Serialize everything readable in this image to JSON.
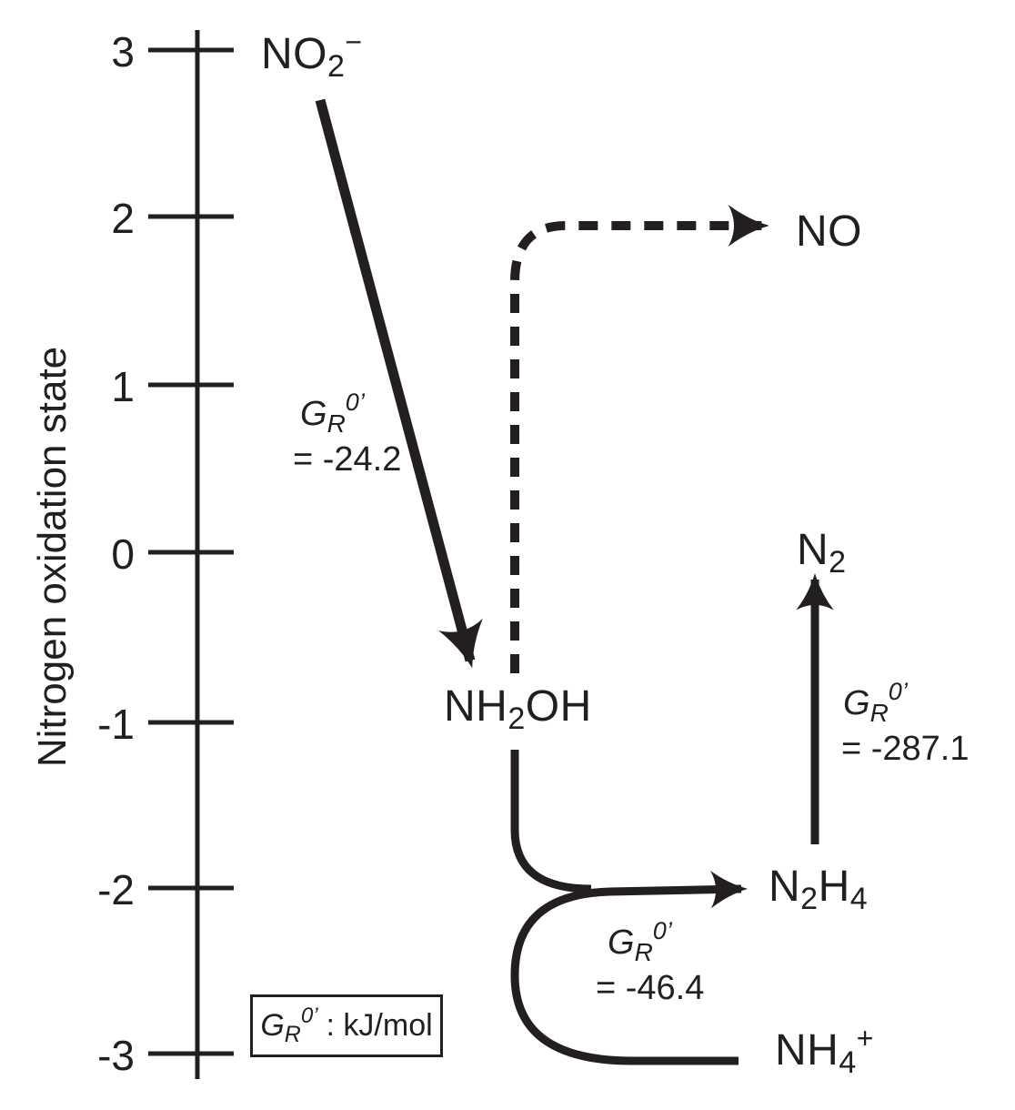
{
  "figure": {
    "y_axis": {
      "title": "Nitrogen oxidation state",
      "tick_labels": [
        "3",
        "2",
        "1",
        "0",
        "-1",
        "-2",
        "-3"
      ]
    },
    "species": {
      "nitrite": {
        "base1": "NO",
        "sub1": "2",
        "sup": "−",
        "oxidation_state": 3
      },
      "nitric_oxide": {
        "base1": "NO",
        "oxidation_state": 2
      },
      "hydroxylamine": {
        "base1": "NH",
        "sub1": "2",
        "base2": "OH",
        "oxidation_state": -1
      },
      "dinitrogen": {
        "base1": "N",
        "sub1": "2",
        "oxidation_state": 0
      },
      "hydrazine": {
        "base1": "N",
        "sub1": "2",
        "base2": "H",
        "sub2": "4",
        "oxidation_state": -2
      },
      "ammonium": {
        "base1": "NH",
        "sub1": "4",
        "sup": "+",
        "oxidation_state": -3
      }
    },
    "gibbs_symbol": {
      "base": "G",
      "sub": "R",
      "sup": "0’"
    },
    "reactions": {
      "nitrite_to_hydroxylamine": {
        "delta_g": "= -24.2",
        "line_style": "solid"
      },
      "hydroxylamine_to_nitric_oxide": {
        "line_style": "dashed"
      },
      "hydroxylamine_ammonium_to_hydrazine": {
        "delta_g": "= -46.4",
        "line_style": "solid"
      },
      "hydrazine_to_dinitrogen": {
        "delta_g": "= -287.1",
        "line_style": "solid"
      }
    },
    "legend": {
      "unit_label": ": kJ/mol"
    },
    "colors": {
      "ink": "#231f20",
      "background": "#ffffff"
    }
  }
}
